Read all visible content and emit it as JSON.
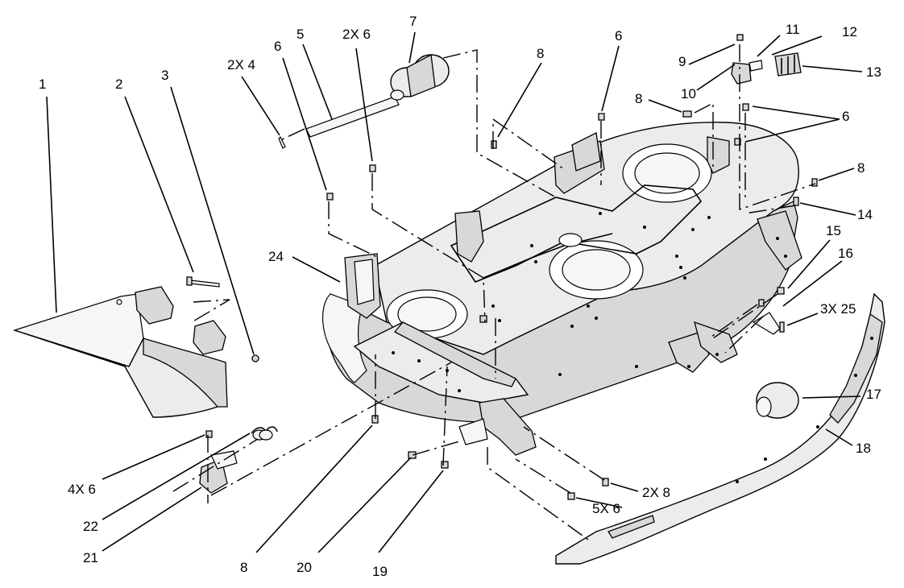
{
  "callouts": [
    {
      "id": "c1",
      "text": "1"
    },
    {
      "id": "c2",
      "text": "2"
    },
    {
      "id": "c3",
      "text": "3"
    },
    {
      "id": "c2x4",
      "text": "2X 4"
    },
    {
      "id": "c6a",
      "text": "6"
    },
    {
      "id": "c5",
      "text": "5"
    },
    {
      "id": "c2x6",
      "text": "2X 6"
    },
    {
      "id": "c7",
      "text": "7"
    },
    {
      "id": "c8a",
      "text": "8"
    },
    {
      "id": "c6b",
      "text": "6"
    },
    {
      "id": "c9",
      "text": "9"
    },
    {
      "id": "c11",
      "text": "11"
    },
    {
      "id": "c12",
      "text": "12"
    },
    {
      "id": "c13",
      "text": "13"
    },
    {
      "id": "c10",
      "text": "10"
    },
    {
      "id": "c8b",
      "text": "8"
    },
    {
      "id": "c6c",
      "text": "6"
    },
    {
      "id": "c8c",
      "text": "8"
    },
    {
      "id": "c14",
      "text": "14"
    },
    {
      "id": "c15",
      "text": "15"
    },
    {
      "id": "c16",
      "text": "16"
    },
    {
      "id": "c3x25",
      "text": "3X 25"
    },
    {
      "id": "c24",
      "text": "24"
    },
    {
      "id": "c17",
      "text": "17"
    },
    {
      "id": "c18",
      "text": "18"
    },
    {
      "id": "c4x6",
      "text": "4X 6"
    },
    {
      "id": "c22",
      "text": "22"
    },
    {
      "id": "c21",
      "text": "21"
    },
    {
      "id": "c8d",
      "text": "8"
    },
    {
      "id": "c20",
      "text": "20"
    },
    {
      "id": "c19",
      "text": "19"
    },
    {
      "id": "c2x8",
      "text": "2X 8"
    },
    {
      "id": "c5x6",
      "text": "5X 6"
    }
  ]
}
